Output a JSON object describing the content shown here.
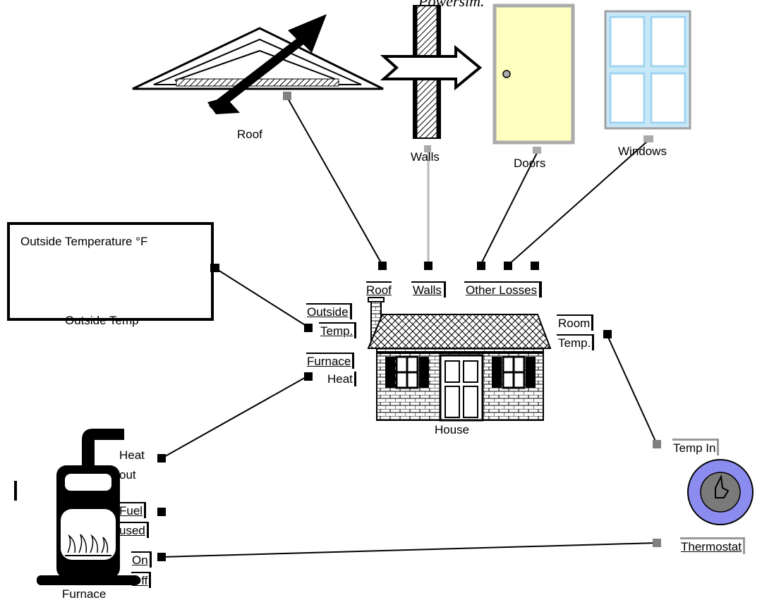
{
  "diagram": {
    "title": "Powersim.",
    "components": {
      "roof": "Roof",
      "walls": "Walls",
      "doors": "Doors",
      "windows": "Windows",
      "outside_temp_panel_title": "Outside Temperature °F",
      "outside_temp": "Outside Temp",
      "house": "House",
      "furnace": "Furnace",
      "thermostat": "Thermostat"
    },
    "house_ports": {
      "roof": "Roof",
      "walls": "Walls",
      "other_losses": "Other Losses",
      "outside_line1": "Outside",
      "outside_line2": "Temp.",
      "furnace_line1": "Furnace",
      "furnace_line2": "Heat",
      "room_line1": "Room",
      "room_line2": "Temp."
    },
    "furnace_ports": {
      "heat_line1": "Heat",
      "heat_line2": "out",
      "fuel_line1": "Fuel",
      "fuel_line2": "used",
      "on": "On",
      "off": "Off"
    },
    "thermostat_ports": {
      "temp_in": "Temp In"
    },
    "colors": {
      "door_fill": "#ffffc0",
      "window_frame": "#a8d8f0",
      "thermostat_dial": "#8c8cf0",
      "port_gray": "#808080"
    }
  }
}
